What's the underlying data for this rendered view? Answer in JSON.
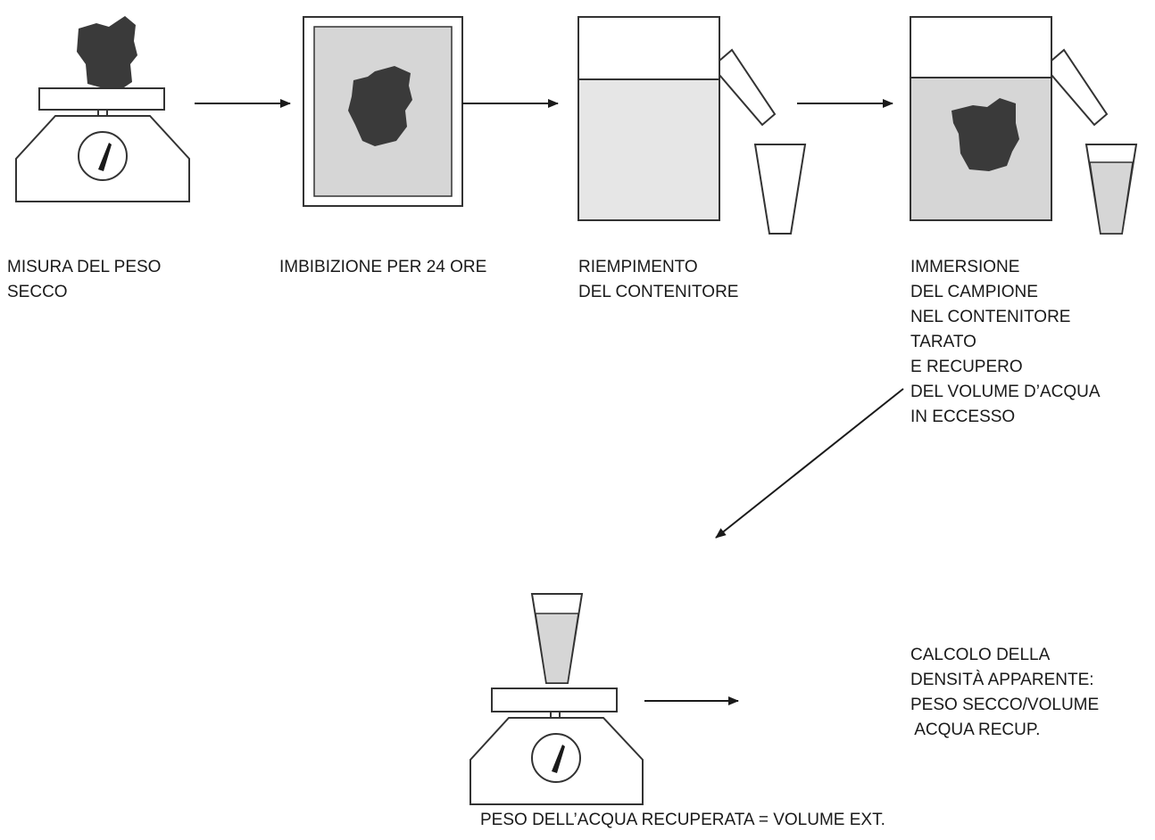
{
  "steps": [
    {
      "id": "dry-weight",
      "lines": [
        "MISURA DEL PESO",
        "SECCO"
      ]
    },
    {
      "id": "imbibition",
      "lines": [
        "IMBIBIZIONE PER 24 ORE"
      ]
    },
    {
      "id": "fill-container",
      "lines": [
        "RIEMPIMENTO",
        "DEL CONTENITORE"
      ]
    },
    {
      "id": "immersion",
      "lines": [
        "IMMERSIONE",
        "DEL CAMPIONE",
        "NEL CONTENITORE",
        "TARATO",
        "E RECUPERO",
        "DEL VOLUME D’ACQUA",
        "IN ECCESSO"
      ]
    },
    {
      "id": "recovered-water-weight",
      "lines": [
        "PESO DELL’ACQUA RECUPERATA = VOLUME EXT."
      ]
    },
    {
      "id": "density-calc",
      "lines": [
        "CALCOLO DELLA",
        "DENSITÀ APPARENTE:",
        "PESO SECCO/VOLUME",
        " ACQUA RECUP."
      ]
    }
  ],
  "colors": {
    "stroke": "#333333",
    "sample": "#3a3a3a",
    "water": "#dcdcdc",
    "water_light": "#e6e6e6",
    "arrow": "#1a1a1a"
  }
}
